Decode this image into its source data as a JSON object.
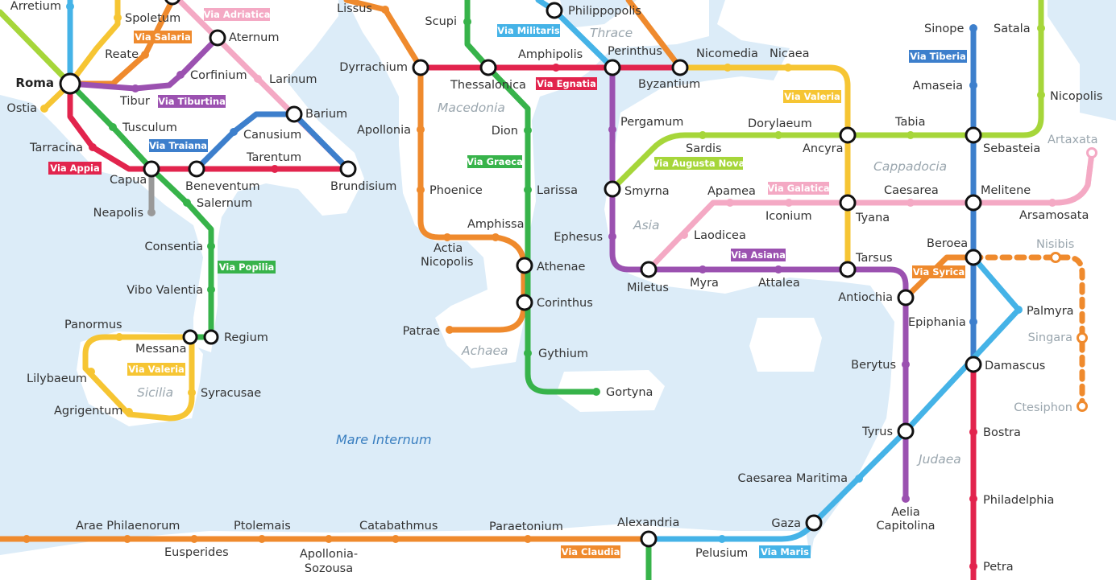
{
  "colors": {
    "sea": "#dcecf8",
    "land": "#ffffff",
    "appia": "#e2244d",
    "egnatia": "#e2244d",
    "popilia": "#37b34a",
    "graeca": "#37b34a",
    "salaria": "#ef8a2d",
    "claudia": "#ef8a2d",
    "tiburtina": "#9b51b0",
    "asiana": "#9b51b0",
    "traiana": "#3d7fcc",
    "tiberia": "#3d7fcc",
    "militaris": "#45b3e7",
    "maris": "#45b3e7",
    "adriatica": "#f4a9c4",
    "galatica": "#f4a9c4",
    "valeria": "#f6c533",
    "augusta_nova": "#a6d63a",
    "neapolis_branch": "#999999"
  },
  "roads": {
    "appia": "Via Appia",
    "salaria": "Via Salaria",
    "adriatica": "Via Adriatica",
    "tiburtina": "Via Tiburtina",
    "traiana": "Via Traiana",
    "popilia": "Via Popilia",
    "valeria_sicilia": "Via Valeria",
    "egnatia": "Via Egnatia",
    "militaris": "Via Militaris",
    "graeca": "Via Graeca",
    "valeria": "Via Valeria",
    "tiberia": "Via Tiberia",
    "augusta_nova": "Via Augusta Nova",
    "galatica": "Via Galatica",
    "asiana": "Via Asiana",
    "syrica": "Via Syrica",
    "claudia": "Via Claudia",
    "maris": "Via Maris"
  },
  "regions": {
    "macedonia": "Macedonia",
    "thrace": "Thrace",
    "achaea": "Achaea",
    "asia": "Asia",
    "cappadocia": "Cappadocia",
    "judaea": "Judaea",
    "sicilia": "Sicilia",
    "sea": "Mare Internum"
  },
  "cities": {
    "arretium": "Arretium",
    "spoletum": "Spoletum",
    "reate": "Reate",
    "roma": "Roma",
    "ostia": "Ostia",
    "tibur": "Tibur",
    "aternum": "Aternum",
    "corfinium": "Corfinium",
    "larinum": "Larinum",
    "tusculum": "Tusculum",
    "tarracina": "Tarracina",
    "capua": "Capua",
    "beneventum": "Beneventum",
    "canusium": "Canusium",
    "barium": "Barium",
    "tarentum": "Tarentum",
    "brundisium": "Brundisium",
    "neapolis": "Neapolis",
    "salernum": "Salernum",
    "consentia": "Consentia",
    "vibo": "Vibo Valentia",
    "regium": "Regium",
    "messana": "Messana",
    "panormus": "Panormus",
    "lilybaeum": "Lilybaeum",
    "agrigentum": "Agrigentum",
    "syracusae": "Syracusae",
    "lissus": "Lissus",
    "scupi": "Scupi",
    "philippopolis": "Philippopolis",
    "dyrrachium": "Dyrrachium",
    "thessalonica": "Thessalonica",
    "amphipolis": "Amphipolis",
    "perinthus": "Perinthus",
    "byzantium": "Byzantium",
    "nicomedia": "Nicomedia",
    "nicaea": "Nicaea",
    "apollonia": "Apollonia",
    "dion": "Dion",
    "larissa": "Larissa",
    "phoenice": "Phoenice",
    "amphissa": "Amphissa",
    "actia1": "Actia",
    "actia2": "Nicopolis",
    "athenae": "Athenae",
    "corinthus": "Corinthus",
    "patrae": "Patrae",
    "gythium": "Gythium",
    "gortyna": "Gortyna",
    "pergamum": "Pergamum",
    "sardis": "Sardis",
    "dorylaeum": "Dorylaeum",
    "ancyra": "Ancyra",
    "tabia": "Tabia",
    "sebasteia": "Sebasteia",
    "smyrna": "Smyrna",
    "apamea": "Apamea",
    "iconium": "Iconium",
    "tyana": "Tyana",
    "caesarea": "Caesarea",
    "melitene": "Melitene",
    "arsamosata": "Arsamosata",
    "artaxata": "Artaxata",
    "ephesus": "Ephesus",
    "laodicea": "Laodicea",
    "miletus": "Miletus",
    "myra": "Myra",
    "attalea": "Attalea",
    "tarsus": "Tarsus",
    "beroea": "Beroea",
    "nisibis": "Nisibis",
    "antiochia": "Antiochia",
    "palmyra": "Palmyra",
    "singara": "Singara",
    "epiphania": "Epiphania",
    "berytus": "Berytus",
    "damascus": "Damascus",
    "ctesiphon": "Ctesiphon",
    "tyrus": "Tyrus",
    "bostra": "Bostra",
    "caesarea_maritima": "Caesarea Maritima",
    "philadelphia": "Philadelphia",
    "aelia1": "Aelia",
    "aelia2": "Capitolina",
    "gaza": "Gaza",
    "petra": "Petra",
    "sinope": "Sinope",
    "satala": "Satala",
    "amaseia": "Amaseia",
    "nicopolis": "Nicopolis",
    "arae": "Arae Philaenorum",
    "eusperides": "Eusperides",
    "ptolemais": "Ptolemais",
    "apollonia_s1": "Apollonia-",
    "apollonia_s2": "Sozousa",
    "catabathmus": "Catabathmus",
    "paraetonium": "Paraetonium",
    "alexandria": "Alexandria",
    "pelusium": "Pelusium"
  }
}
